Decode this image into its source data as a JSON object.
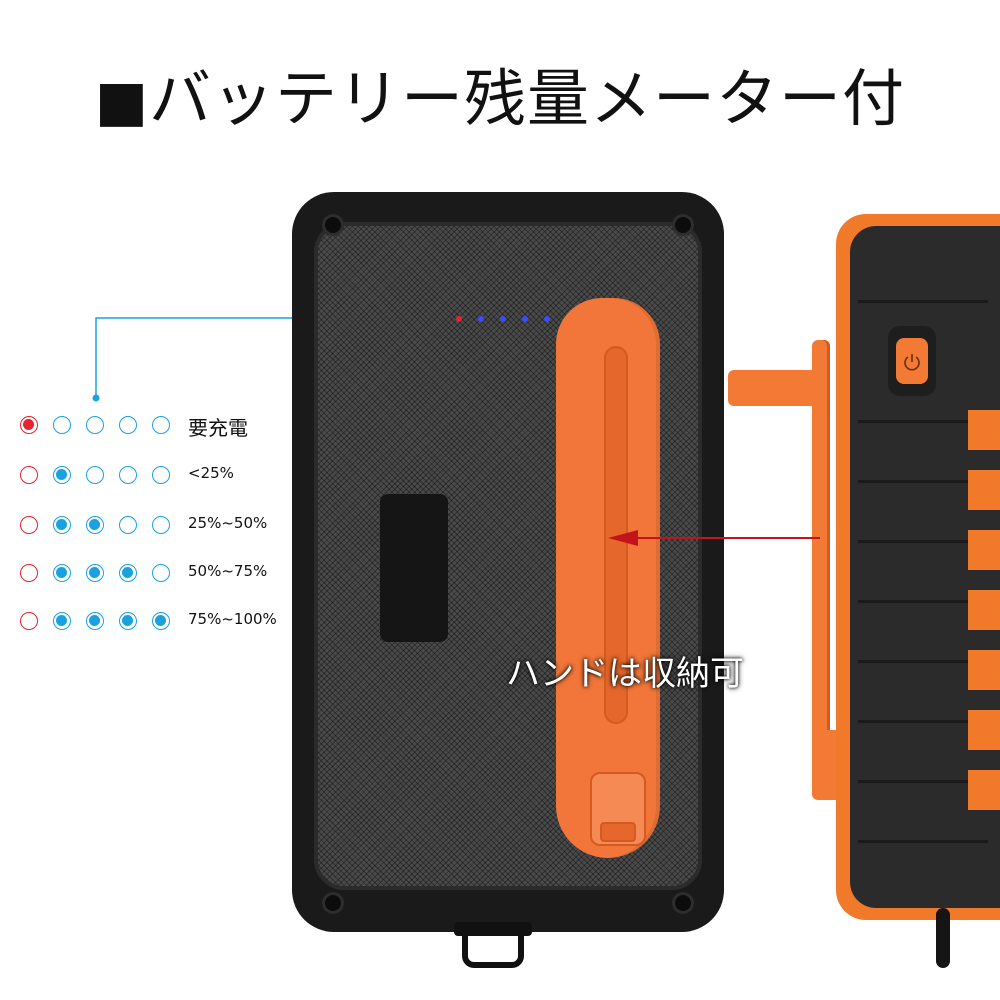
{
  "title": {
    "square": "■",
    "text": "バッテリー残量メーター付"
  },
  "legend": {
    "rows": [
      {
        "label": "要充電",
        "leds": [
          "on-red",
          "off-blue",
          "off-blue",
          "off-blue",
          "off-blue"
        ]
      },
      {
        "label": "<25%",
        "leds": [
          "off-red",
          "on-blue",
          "off-blue",
          "off-blue",
          "off-blue"
        ]
      },
      {
        "label": "25%~50%",
        "leds": [
          "off-red",
          "on-blue",
          "on-blue",
          "off-blue",
          "off-blue"
        ]
      },
      {
        "label": "50%~75%",
        "leds": [
          "off-red",
          "on-blue",
          "on-blue",
          "on-blue",
          "off-blue"
        ]
      },
      {
        "label": "75%~100%",
        "leds": [
          "off-red",
          "on-blue",
          "on-blue",
          "on-blue",
          "on-blue"
        ]
      }
    ]
  },
  "callout": {
    "caption": "ハンドは収納可"
  },
  "colors": {
    "accent_orange": "#f27a35",
    "led_red": "#e6232e",
    "led_blue": "#1aa2e0",
    "arrow_red": "#c4141b"
  },
  "icons": [
    "power-icon"
  ]
}
